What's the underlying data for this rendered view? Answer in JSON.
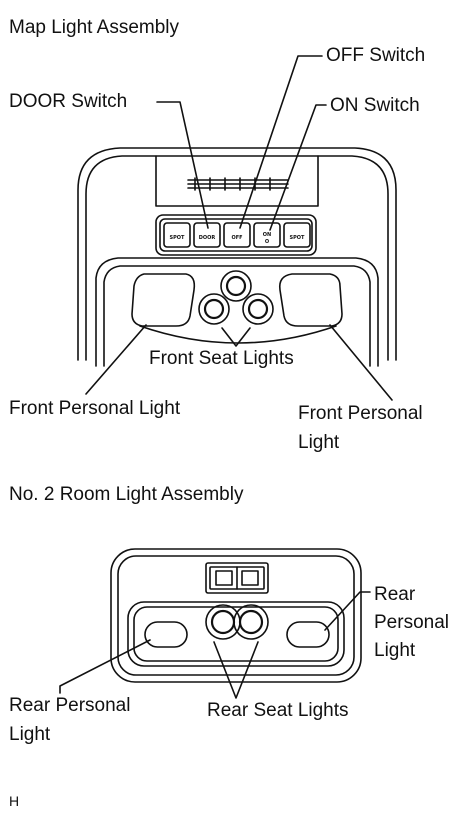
{
  "sections": {
    "map_assembly_title": "Map Light Assembly",
    "room_assembly_title": "No. 2 Room Light Assembly"
  },
  "map_labels": {
    "off_switch": "OFF Switch",
    "door_switch": "DOOR Switch",
    "on_switch": "ON Switch",
    "front_seat_lights": "Front Seat Lights",
    "front_personal_left": "Front Personal Light",
    "front_personal_right_1": "Front Personal",
    "front_personal_right_2": "Light"
  },
  "switch_texts": {
    "spot_left": "SPOT",
    "door": "DOOR",
    "off": "OFF",
    "on": "ON",
    "on_symbol": "O",
    "spot_right": "SPOT"
  },
  "room_labels": {
    "rear_personal_right_1": "Rear",
    "rear_personal_right_2": "Personal",
    "rear_personal_right_3": "Light",
    "rear_personal_left_1": "Rear Personal",
    "rear_personal_left_2": "Light",
    "rear_seat_lights": "Rear Seat Lights"
  },
  "footer": {
    "code": "H"
  }
}
